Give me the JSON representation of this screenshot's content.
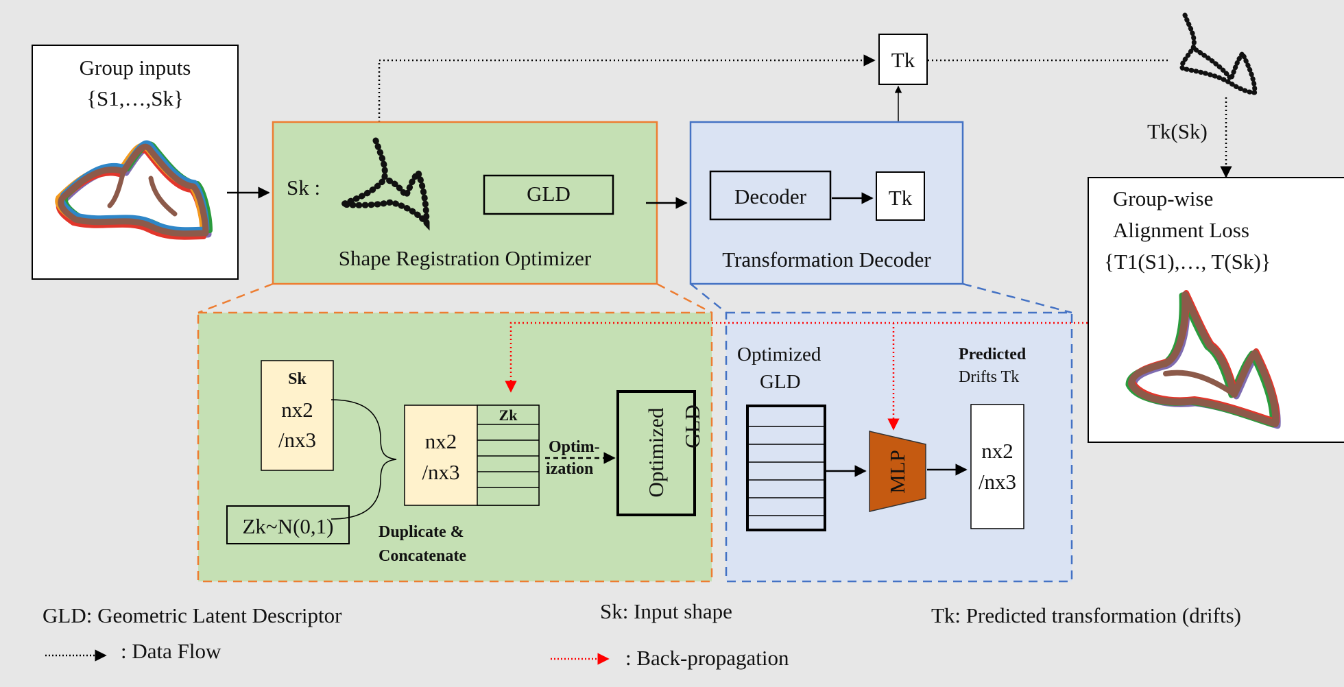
{
  "group_inputs": {
    "title": "Group inputs",
    "set_notation": "{S1,…,Sk}"
  },
  "registration": {
    "sk_label": "Sk :",
    "gld_label": "GLD",
    "title": "Shape Registration Optimizer"
  },
  "decoder_panel": {
    "decoder_label": "Decoder",
    "tk_label": "Tk",
    "title": "Transformation Decoder"
  },
  "top_tk_label": "Tk",
  "tk_sk_label": "Tk(Sk)",
  "alignment": {
    "line1": "Group-wise",
    "line2": "Alignment Loss",
    "line3": "{T1(S1),…, T(Sk)}"
  },
  "detail_left": {
    "sk_title": "Sk",
    "sk_line1": "nx2",
    "sk_line2": "/nx3",
    "zk_noise": "Zk~N(0,1)",
    "concat_line1": "nx2",
    "concat_line2": "/nx3",
    "zk_header": "Zk",
    "dup_line1": "Duplicate &",
    "dup_line2": "Concatenate",
    "optim_line1": "Optim-",
    "optim_line2": "ization",
    "optimized_gld_line1": "Optimized",
    "optimized_gld_line2": "GLD"
  },
  "detail_right": {
    "opt_gld_line1": "Optimized",
    "opt_gld_line2": "GLD",
    "predicted_line1": "Predicted",
    "predicted_line2": "Drifts Tk",
    "mlp_label": "MLP",
    "out_line1": "nx2",
    "out_line2": "/nx3"
  },
  "legend": {
    "gld_def": "GLD: Geometric Latent Descriptor",
    "sk_def": "Sk: Input shape",
    "tk_def": "Tk: Predicted transformation (drifts)",
    "data_flow": ": Data Flow",
    "back_prop": ": Back-propagation"
  },
  "colors": {
    "background": "#e7e7e7",
    "green_fill": "#c5e0b4",
    "blue_fill": "#dae3f3",
    "orange_border": "#ed7d31",
    "blue_border": "#4472c4",
    "yellow_fill": "#fff2cc",
    "mlp_fill": "#c55a11",
    "red_arrow": "#ff0000"
  }
}
